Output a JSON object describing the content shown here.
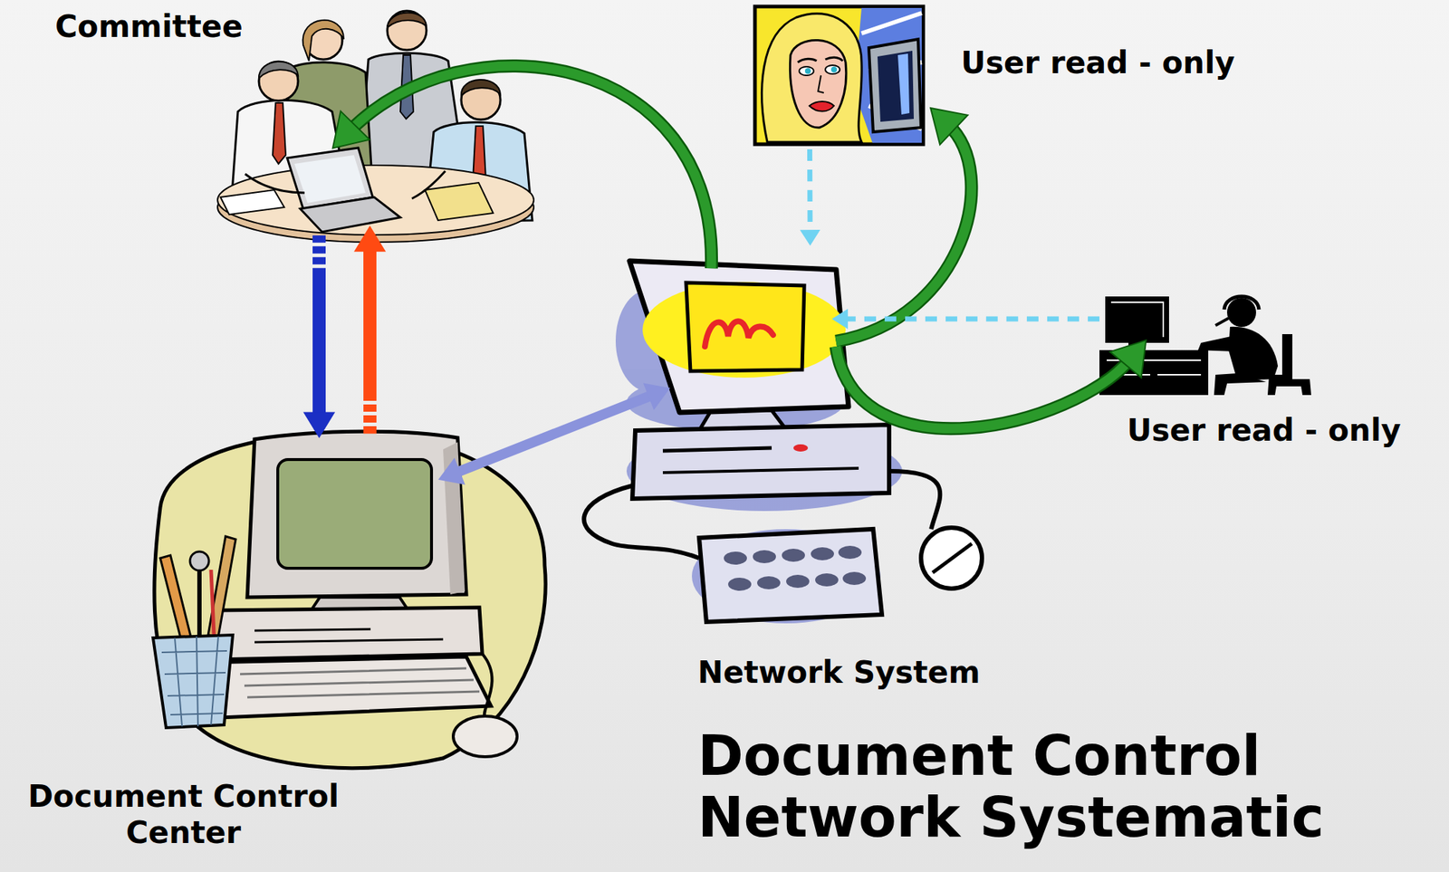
{
  "diagram": {
    "title": "Document Control Network Systematic",
    "nodes": [
      {
        "text": [
          "Committee"
        ]
      },
      {
        "text": [
          "User read - only"
        ]
      },
      {
        "text": [
          "Network System"
        ]
      },
      {
        "text": [
          "User read - only"
        ]
      },
      {
        "text": [
          "Document Control Center"
        ]
      }
    ],
    "edges": [
      {
        "from": 0,
        "to": 4,
        "arrow": "to"
      },
      {
        "from": 4,
        "to": 0,
        "arrow": "to"
      },
      {
        "from": 4,
        "to": 2,
        "arrow": "both"
      },
      {
        "from": 2,
        "to": 0,
        "arrow": "to"
      },
      {
        "from": 2,
        "to": 1,
        "arrow": "to"
      },
      {
        "from": 2,
        "to": 3,
        "arrow": "to"
      },
      {
        "from": 1,
        "to": 2,
        "arrow": "to"
      },
      {
        "from": 3,
        "to": 2,
        "arrow": "to"
      }
    ]
  }
}
